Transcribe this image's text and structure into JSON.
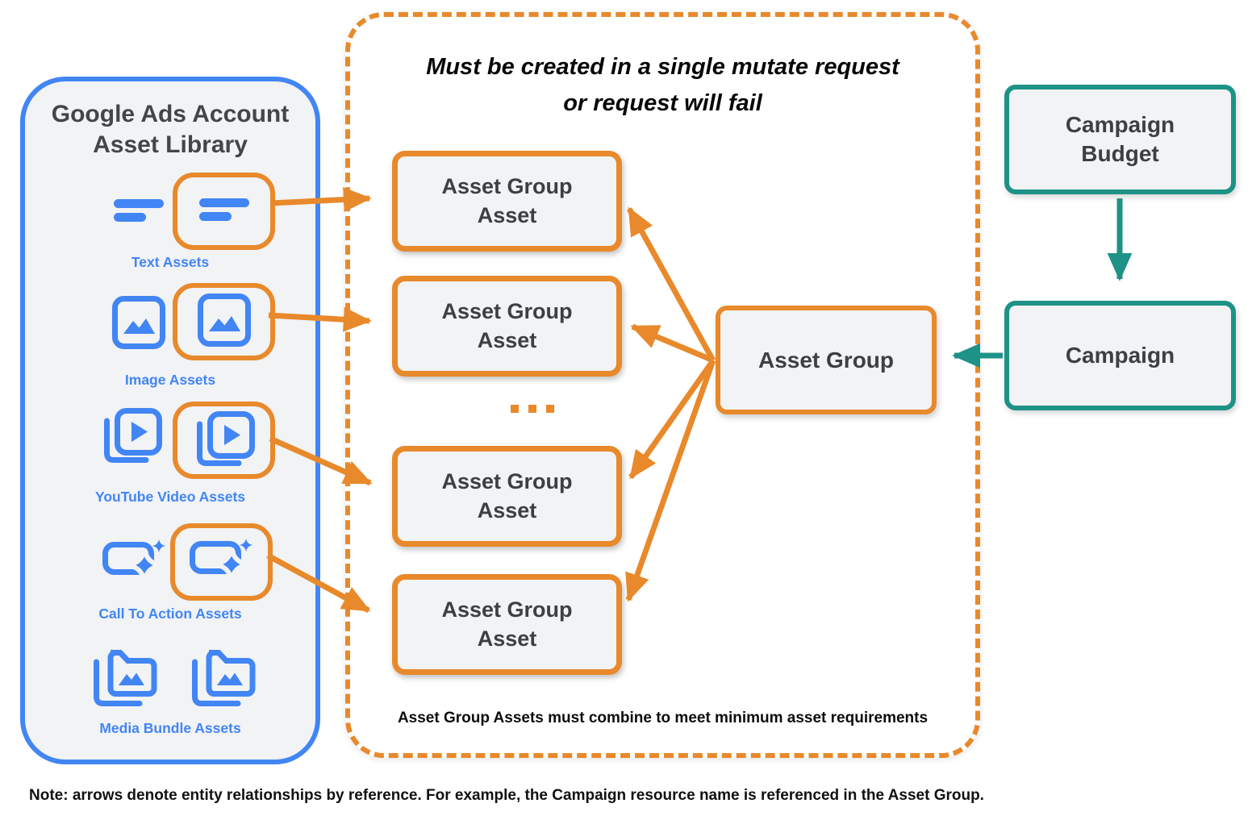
{
  "library": {
    "title_line1": "Google Ads Account",
    "title_line2": "Asset Library",
    "items": [
      {
        "icon": "text-asset-icon",
        "label": "Text Assets"
      },
      {
        "icon": "image-asset-icon",
        "label": "Image Assets"
      },
      {
        "icon": "youtube-video-asset-icon",
        "label": "YouTube Video  Assets"
      },
      {
        "icon": "call-to-action-asset-icon",
        "label": "Call To Action Assets"
      },
      {
        "icon": "media-bundle-asset-icon",
        "label": "Media Bundle  Assets"
      }
    ]
  },
  "mutate_group": {
    "title_line1": "Must be created in a single mutate request",
    "title_line2": "or request will fail",
    "asset_group_asset_label": "Asset Group Asset",
    "footnote": "Asset Group Assets must combine to meet minimum asset requirements"
  },
  "asset_group": {
    "label": "Asset Group"
  },
  "campaign_budget": {
    "label": "Campaign Budget"
  },
  "campaign": {
    "label": "Campaign"
  },
  "note": "Note: arrows denote entity relationships by reference. For example, the Campaign resource name is referenced in the Asset Group.",
  "colors": {
    "orange": "#E8892B",
    "blue": "#4285F4",
    "teal": "#1E9287",
    "panel_fill": "#F1F3F4",
    "text_dark": "#3C4043"
  }
}
